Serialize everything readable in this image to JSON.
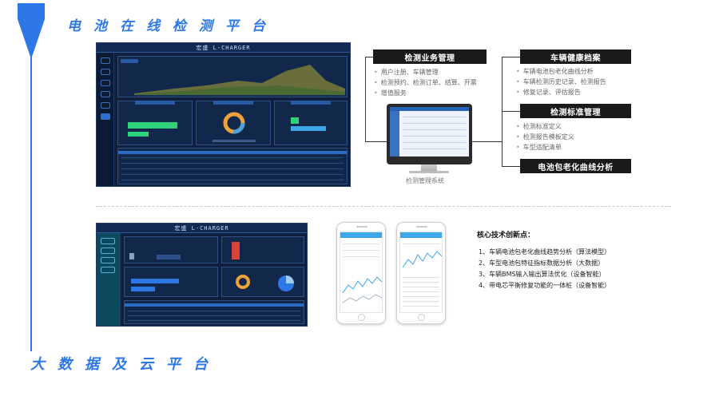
{
  "titles": {
    "top": "电池在线检测平台",
    "bottom": "大数据及云平台"
  },
  "dashboard_top": {
    "logo_text": "宏盛 L-CHARGER"
  },
  "dashboard_bottom": {
    "logo_text": "宏盛 L-CHARGER"
  },
  "system": {
    "business_mgmt": {
      "title": "检测业务管理",
      "items": [
        "用户注册、车辆管理",
        "检测预约、检测订单、结算、开票",
        "增值服务"
      ]
    },
    "health_records": {
      "title": "车辆健康档案",
      "items": [
        "车辆电池包老化曲线分析",
        "车辆检测历史记录、检测报告",
        "修复记录、评估报告"
      ]
    },
    "standard_mgmt": {
      "title": "检测标准管理",
      "items": [
        "检测标准定义",
        "检测报告模板定义",
        "车型适配清单"
      ]
    },
    "curve_analysis": {
      "title": "电池包老化曲线分析"
    },
    "monitor_label": "检测管理系统"
  },
  "core": {
    "title": "核心技术创新点：",
    "items": [
      "1、车辆电池包老化曲线趋势分析（算法模型）",
      "2、车型电池包特征指标数据分析（大数据）",
      "3、车辆BMS输入输出算法优化（设备智能）",
      "4、带电芯平衡修复功能的一体桩（设备智能）"
    ]
  },
  "colors": {
    "accent": "#2d78e6",
    "dash_bg": "#0f1f3c",
    "bar_green": "#2fd17a",
    "donut_orange": "#f0a23a"
  }
}
